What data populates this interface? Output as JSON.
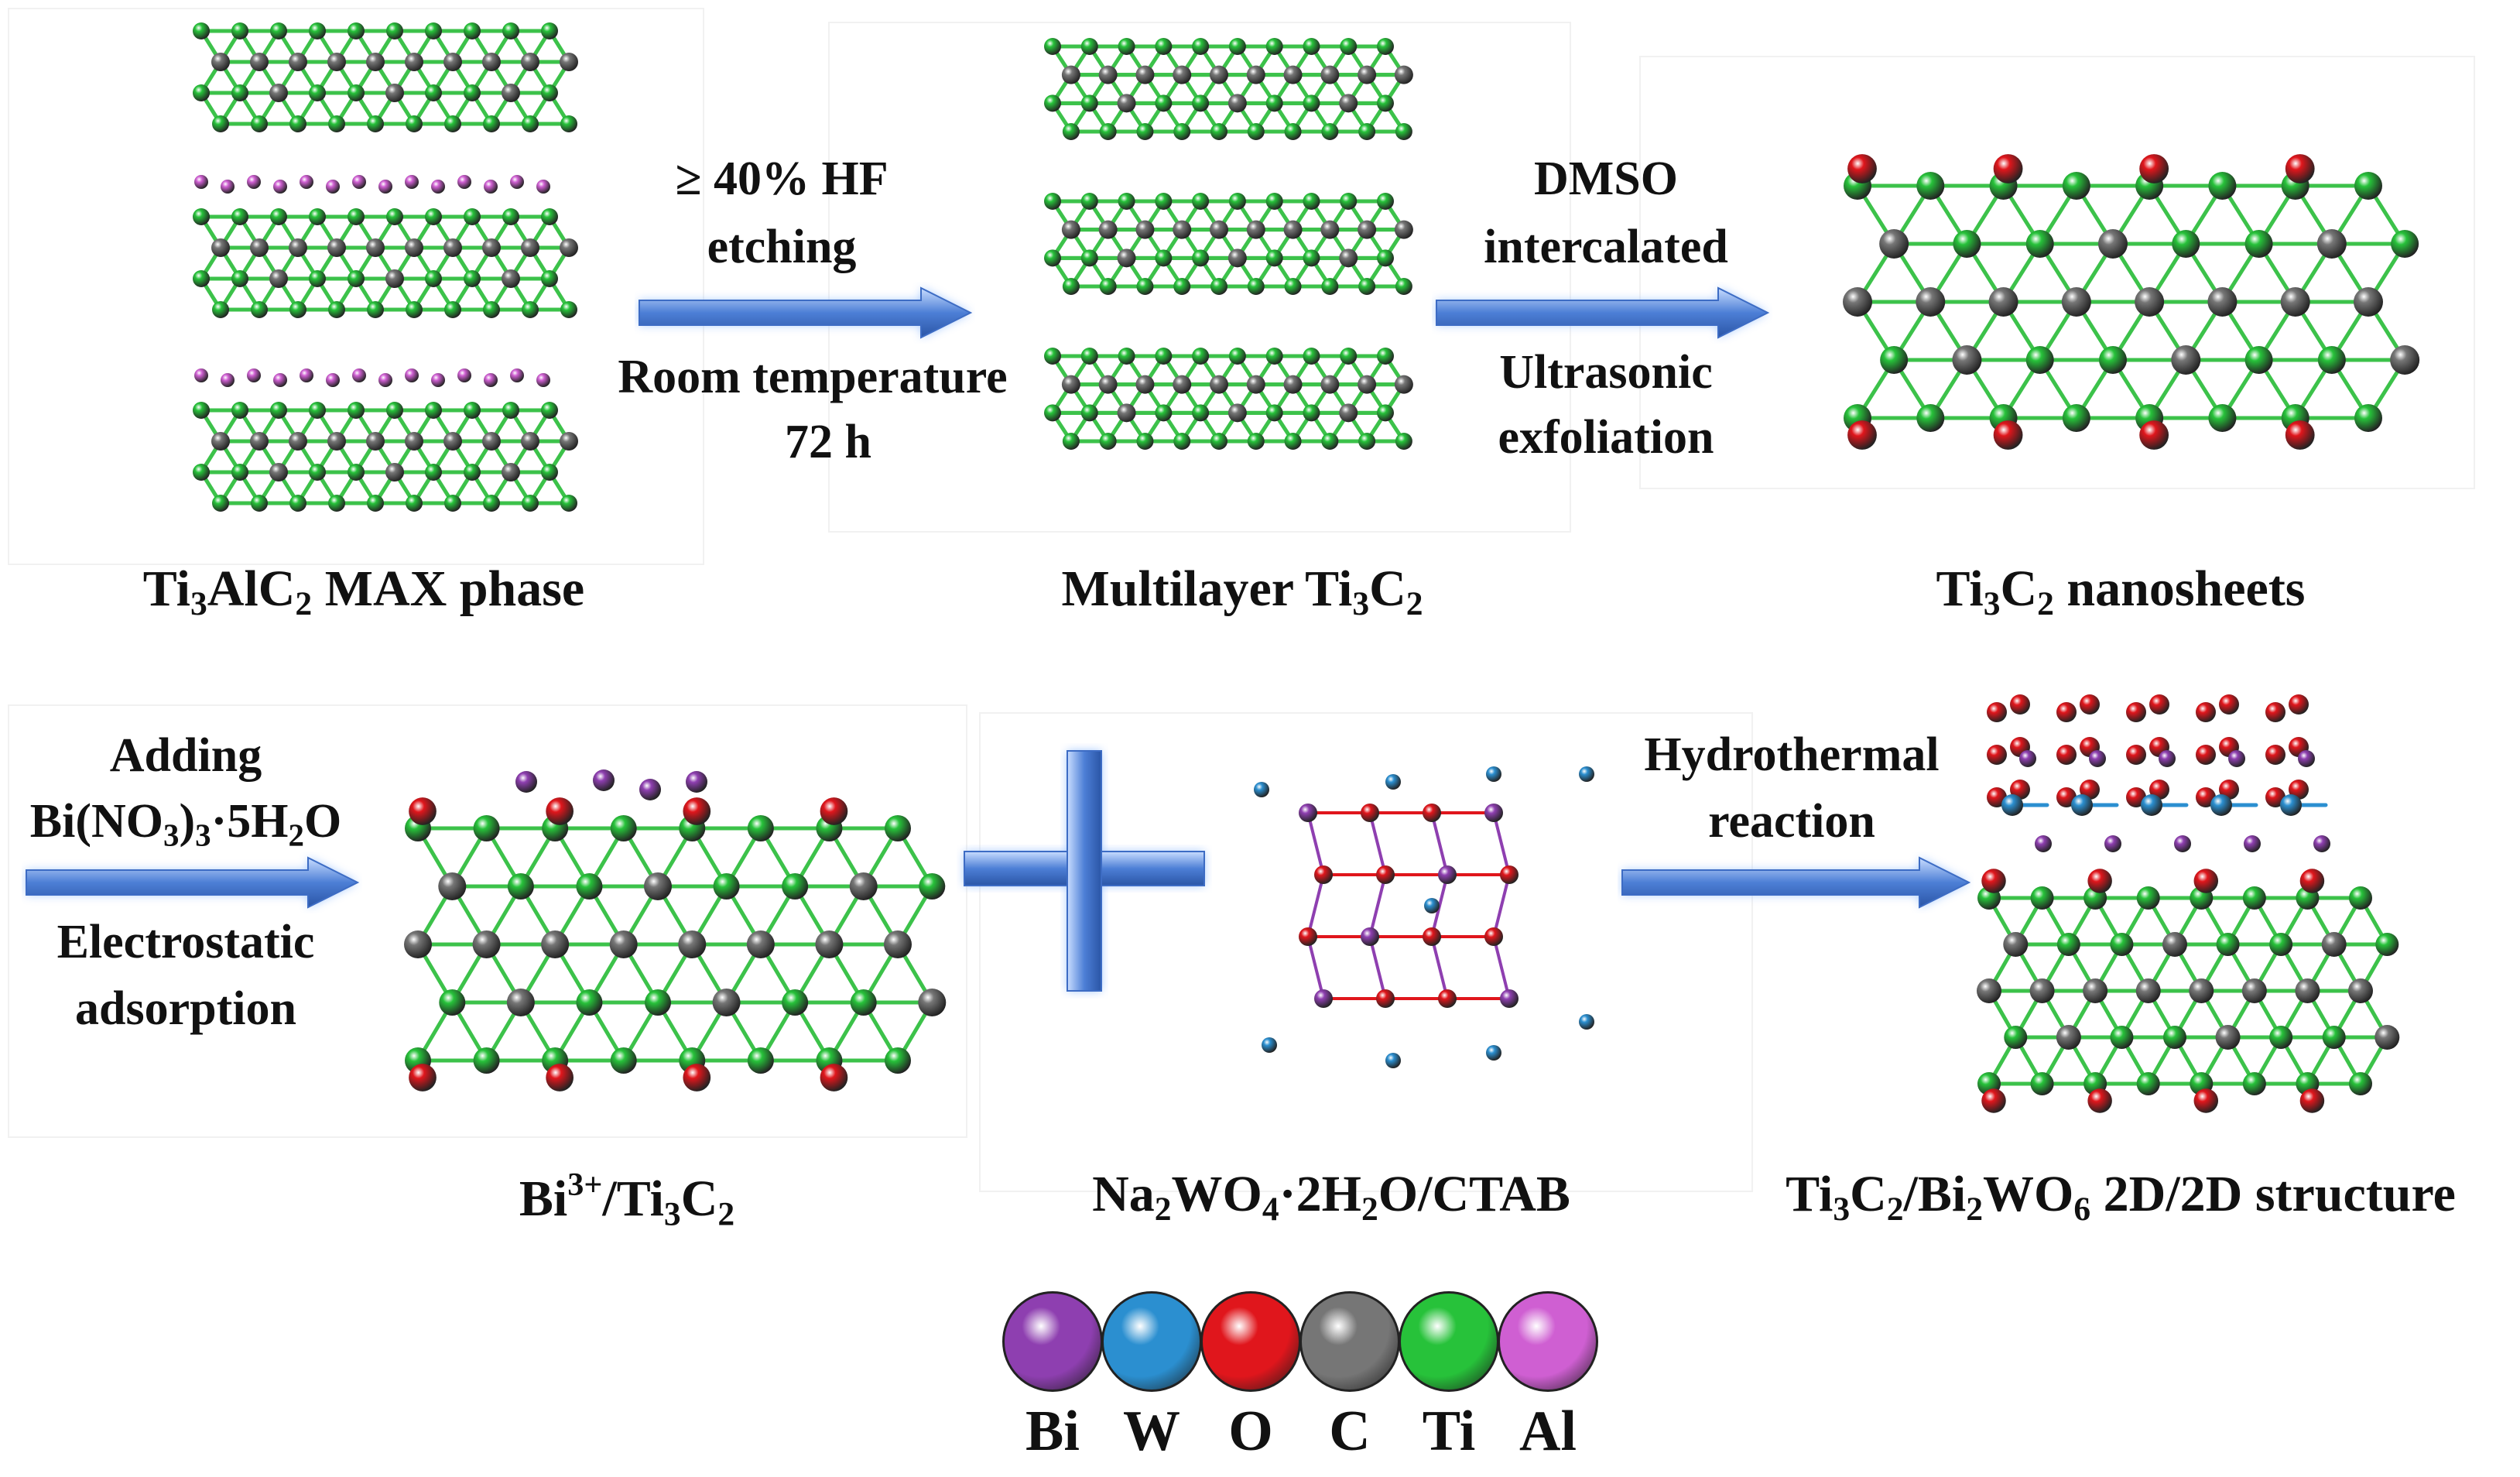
{
  "colors": {
    "Bi": "#8e3fb0",
    "W": "#2b8fd0",
    "O": "#e0161c",
    "C": "#767676",
    "Ti": "#27c23a",
    "Al": "#cf5fd2",
    "arrow_fill": "#4d7fd6",
    "arrow_glow": "#9fc4ff"
  },
  "row1": {
    "max_phase": {
      "p1": "Ti",
      "s1": "3",
      "p2": "AlC",
      "s2": "2",
      "p3": " MAX phase"
    },
    "step1": {
      "line1": "≥ 40% HF",
      "line2": "etching",
      "line3": "Room temperature",
      "line4": "72 h"
    },
    "multilayer": {
      "p1": "Multilayer Ti",
      "s1": "3",
      "p2": "C",
      "s2": "2"
    },
    "step2": {
      "line1": "DMSO",
      "line2": "intercalated",
      "line3": "Ultrasonic",
      "line4": "exfoliation"
    },
    "nanosheets": {
      "p1": "Ti",
      "s1": "3",
      "p2": "C",
      "s2": "2",
      "p3": " nanosheets"
    }
  },
  "row2": {
    "step3": {
      "line1": "Adding",
      "line2": {
        "p1": "Bi(NO",
        "s1": "3",
        "p2": ")",
        "s2": "3",
        "p3": "·5H",
        "s3": "2",
        "p4": "O"
      },
      "line3": "Electrostatic",
      "line4": "adsorption"
    },
    "bi_ti3c2": {
      "p1": "Bi",
      "sup1": "3+",
      "p2": "/Ti",
      "s1": "3",
      "p3": "C",
      "s2": "2"
    },
    "na2wo4": {
      "p1": "Na",
      "s1": "2",
      "p2": "WO",
      "s2": "4",
      "p3": "·2H",
      "s3": "2",
      "p4": "O/CTAB"
    },
    "step4": {
      "line1": "Hydrothermal",
      "line2": "reaction"
    },
    "product": {
      "p1": "Ti",
      "s1": "3",
      "p2": "C",
      "s2": "2",
      "p3": "/Bi",
      "s3": "2",
      "p4": "WO",
      "s4": "6",
      "p5": " 2D/2D structure"
    }
  },
  "legend": [
    {
      "symbol": "Bi",
      "color": "#8e3fb0"
    },
    {
      "symbol": "W",
      "color": "#2b8fd0"
    },
    {
      "symbol": "O",
      "color": "#e0161c"
    },
    {
      "symbol": "C",
      "color": "#767676"
    },
    {
      "symbol": "Ti",
      "color": "#27c23a"
    },
    {
      "symbol": "Al",
      "color": "#cf5fd2"
    }
  ]
}
